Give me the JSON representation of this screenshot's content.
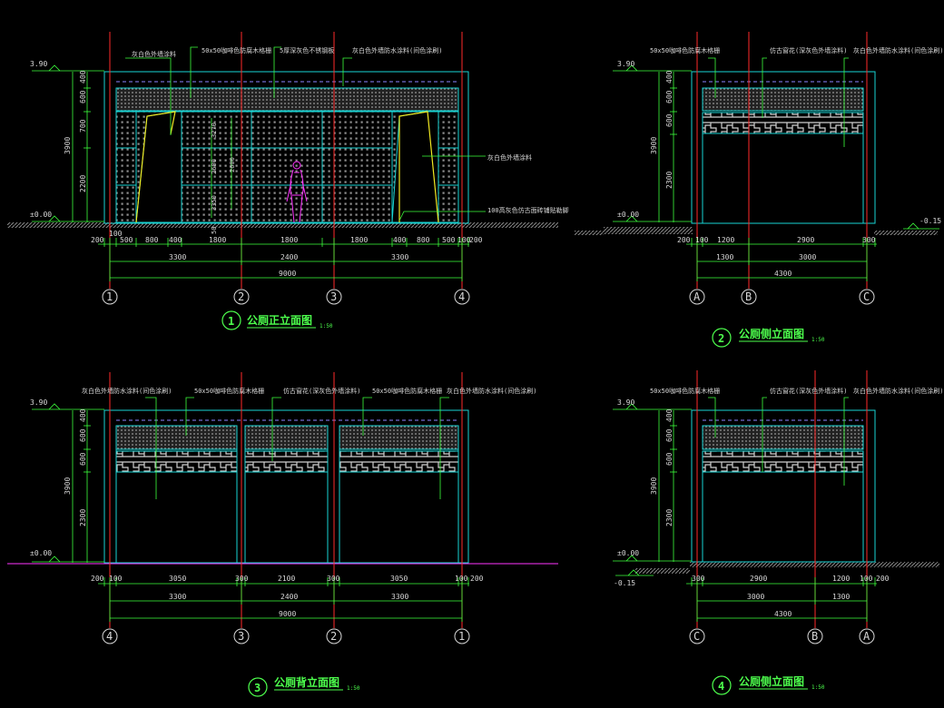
{
  "colors": {
    "background": "#000000",
    "axis_line": "#ff2a2a",
    "outline_cyan": "#19d3d3",
    "dimension_green": "#3cff3c",
    "text": "#d8d8d8",
    "title_green": "#4dff4d",
    "figure_magenta": "#ff33ff",
    "door_yellow": "#f2ea22",
    "ground_gray": "#8a8a8a",
    "roof_blue": "#8b84ff"
  },
  "views": [
    {
      "id": "front",
      "title_num": "1",
      "title": "公厕正立面图",
      "scale": "1:50",
      "levels": [
        "3.90",
        "±0.00"
      ],
      "vdims": [
        "400",
        "600",
        "700",
        "3900",
        "2200"
      ],
      "notes": [
        "灰白色外墙涂料",
        "50x50咖啡色防腐木格栅",
        "5厚深灰色不锈钢板",
        "灰白色外墙防水涂料(间色涂刷)",
        "灰白色外墙涂料",
        "100高灰色仿古面砖铺贴勒脚"
      ],
      "inner_notes": [
        "3270",
        "2600",
        "2600",
        "3350",
        "50"
      ],
      "dims_row1": [
        "200",
        "100",
        "500",
        "800",
        "400",
        "1800",
        "1800",
        "1800",
        "400",
        "800",
        "500",
        "100",
        "200"
      ],
      "dims_row2": [
        "3300",
        "2400",
        "3300"
      ],
      "dims_row3": [
        "9000"
      ],
      "axes": [
        "1",
        "2",
        "3",
        "4"
      ]
    },
    {
      "id": "side_right",
      "title_num": "2",
      "title": "公厕侧立面图",
      "scale": "1:50",
      "levels": [
        "3.90",
        "±0.00",
        "-0.15"
      ],
      "vdims": [
        "400",
        "600",
        "600",
        "3900",
        "2300"
      ],
      "notes": [
        "50x50咖啡色防腐木格栅",
        "仿古窗花(深灰色外墙涂料)",
        "灰白色外墙防水涂料(间色涂刷)"
      ],
      "dims_row1": [
        "200",
        "100",
        "1200",
        "2900",
        "300"
      ],
      "dims_row2": [
        "1300",
        "3000"
      ],
      "dims_row3": [
        "4300"
      ],
      "axes": [
        "A",
        "B",
        "C"
      ]
    },
    {
      "id": "back",
      "title_num": "3",
      "title": "公厕背立面图",
      "scale": "1:50",
      "levels": [
        "3.90",
        "±0.00"
      ],
      "vdims": [
        "400",
        "600",
        "600",
        "3900",
        "2300"
      ],
      "notes": [
        "灰白色外墙防水涂料(间色涂刷)",
        "50x50咖啡色防腐木格栅",
        "仿古窗花(深灰色外墙涂料)",
        "50x50咖啡色防腐木格栅",
        "灰白色外墙防水涂料(间色涂刷)"
      ],
      "dims_row1": [
        "200",
        "100",
        "3050",
        "300",
        "2100",
        "300",
        "3050",
        "100",
        "200"
      ],
      "dims_row2": [
        "3300",
        "2400",
        "3300"
      ],
      "dims_row3": [
        "9000"
      ],
      "axes": [
        "4",
        "3",
        "2",
        "1"
      ]
    },
    {
      "id": "side_left",
      "title_num": "4",
      "title": "公厕侧立面图",
      "scale": "1:50",
      "levels": [
        "3.90",
        "±0.00",
        "-0.15"
      ],
      "vdims": [
        "400",
        "600",
        "600",
        "3900",
        "2300"
      ],
      "notes": [
        "50x50咖啡色防腐木格栅",
        "仿古窗花(深灰色外墙涂料)",
        "灰白色外墙防水涂料(间色涂刷)"
      ],
      "dims_row1": [
        "300",
        "2900",
        "1200",
        "100",
        "200"
      ],
      "dims_row2": [
        "3000",
        "1300"
      ],
      "dims_row3": [
        "4300"
      ],
      "axes": [
        "C",
        "B",
        "A"
      ]
    }
  ]
}
